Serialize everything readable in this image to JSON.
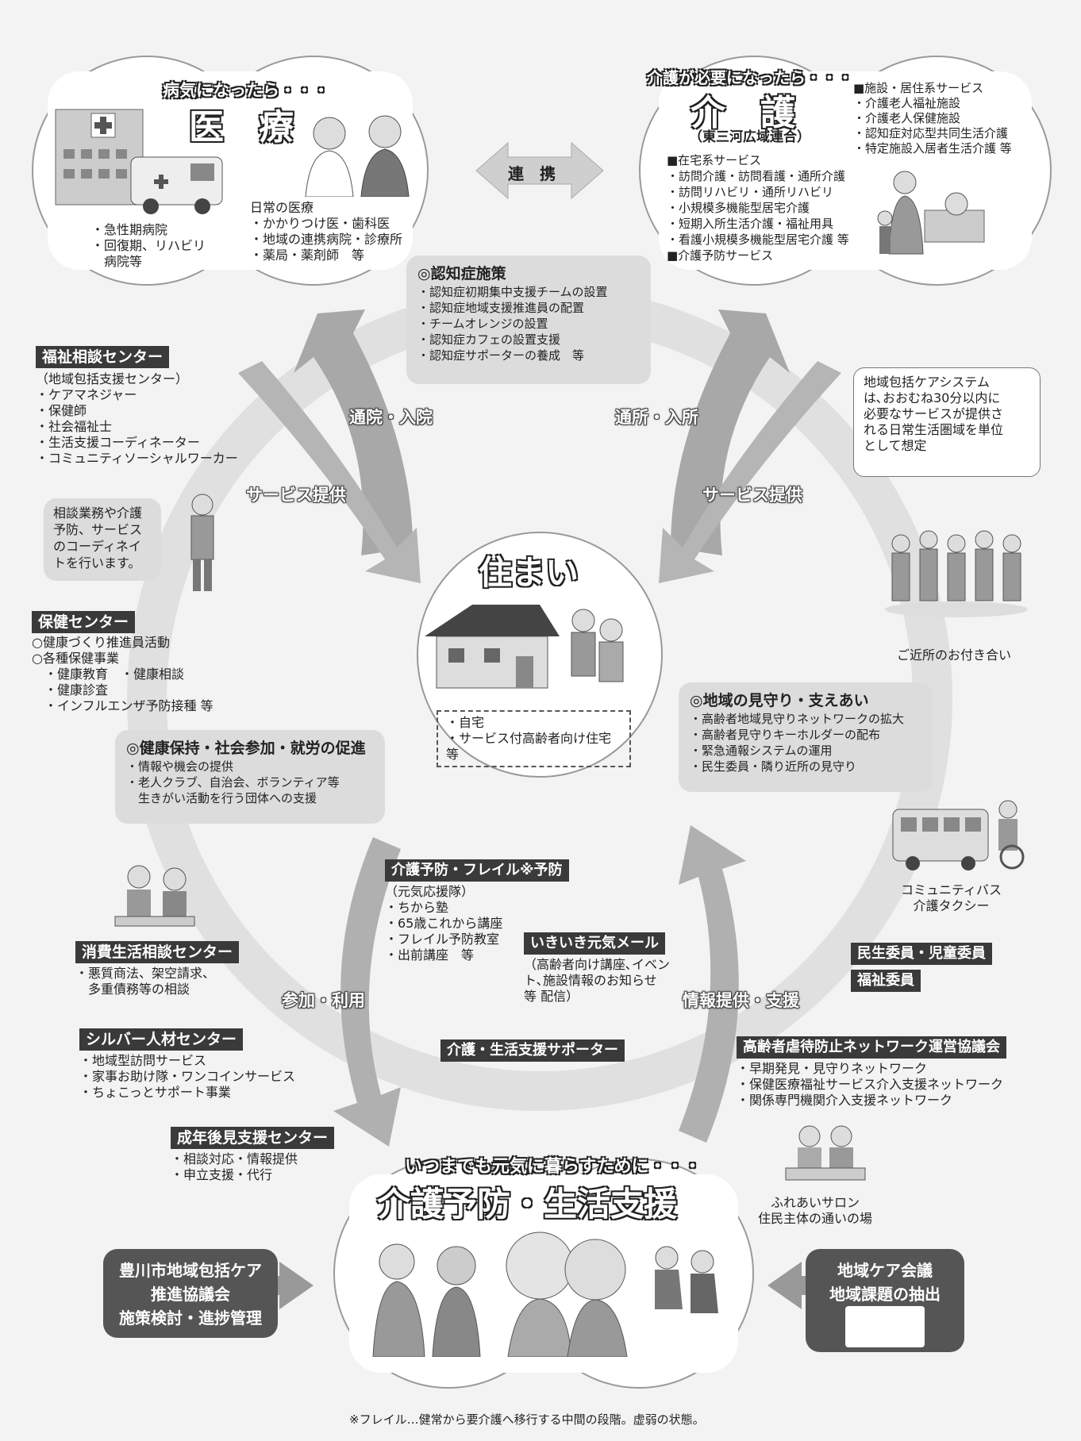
{
  "iryo": {
    "tagline": "病気になったら・・・",
    "title": "医　療",
    "hospitals": [
      "・急性期病院",
      "・回復期、リハビリ",
      "　病院等"
    ],
    "daily_head": "日常の医療",
    "daily": [
      "・かかりつけ医・歯科医",
      "・地域の連携病院・診療所",
      "・薬局・薬剤師　等"
    ]
  },
  "renkei": "連　携",
  "kaigo": {
    "tagline": "介護が必要になったら・・・",
    "title": "介　護",
    "subtitle": "（東三河広域連合）",
    "facility_head": "■施設・居住系サービス",
    "facility": [
      "・介護老人福祉施設",
      "・介護老人保健施設",
      "・認知症対応型共同生活介護",
      "・特定施設入居者生活介護 等"
    ],
    "home_head": "■在宅系サービス",
    "home": [
      "・訪問介護・訪問看護・通所介護",
      "・訪問リハビリ・通所リハビリ",
      "・小規模多機能型居宅介護",
      "・短期入所生活介護・福祉用具",
      "・看護小規模多機能型居宅介護 等"
    ],
    "prevention_head": "■介護予防サービス"
  },
  "ninchisho": {
    "title": "◎認知症施策",
    "items": [
      "・認知症初期集中支援チームの設置",
      "・認知症地域支援推進員の配置",
      "・チームオレンジの設置",
      "・認知症カフェの設置支援",
      "・認知症サポーターの養成　等"
    ]
  },
  "arrows": {
    "tsuin": "通院・入院",
    "tsusho": "通所・入所",
    "service_left": "サービス提供",
    "service_right": "サービス提供",
    "sanka": "参加・利用",
    "joho": "情報提供・支援"
  },
  "fukushi_center": {
    "title": "福祉相談センター",
    "items": [
      "（地域包括支援センター）",
      "・ケアマネジャー",
      "・保健師",
      "・社会福祉士",
      "・生活支援コーディネーター",
      "・コミュニティソーシャルワーカー"
    ]
  },
  "soudan_bubble": [
    "相談業務や介護",
    "予防、サービス",
    "のコーディネイ",
    "トを行います。"
  ],
  "care_note": [
    "地域包括ケアシステム",
    "は､おおむね30分以内に",
    "必要なサービスが提供さ",
    "れる日常生活圏域を単位",
    "として想定"
  ],
  "kinjo": "ご近所のお付き合い",
  "sumai": {
    "title": "住まい",
    "items": [
      "・自宅",
      "・サービス付高齢者向け住宅等"
    ]
  },
  "hoken_center": {
    "title": "保健センター",
    "items": [
      "○健康づくり推進員活動",
      "○各種保健事業",
      "　・健康教育　・健康相談",
      "　・健康診査",
      "　・インフルエンザ予防接種 等"
    ]
  },
  "mimamori": {
    "title": "◎地域の見守り・支えあい",
    "items": [
      "・高齢者地域見守りネットワークの拡大",
      "・高齢者見守りキーホルダーの配布",
      "・緊急通報システムの運用",
      "・民生委員・隣り近所の見守り"
    ]
  },
  "kenko": {
    "title": "◎健康保持・社会参加・就労の促進",
    "items": [
      "・情報や機会の提供",
      "・老人クラブ、自治会、ボランティア等",
      "　生きがい活動を行う団体への支援"
    ]
  },
  "community_bus": [
    "コミュニティバス",
    "介護タクシー"
  ],
  "frail": {
    "title": "介護予防・フレイル※予防",
    "items": [
      "（元気応援隊）",
      "・ちから塾",
      "・65歳これから講座",
      "・フレイル予防教室",
      "・出前講座　等"
    ]
  },
  "ikiiki": {
    "title": "いきいき元気メール",
    "items": [
      "（高齢者向け講座､イベン",
      "ト､施設情報のお知らせ",
      "等 配信）"
    ]
  },
  "minsei": "民生委員・児童委員",
  "fukushi_iin": "福祉委員",
  "shohi": {
    "title": "消費生活相談センター",
    "items": [
      "・悪質商法、架空請求、",
      "　多重債務等の相談"
    ]
  },
  "silver": {
    "title": "シルバー人材センター",
    "items": [
      "・地域型訪問サービス",
      "・家事お助け隊・ワンコインサービス",
      "・ちょこっとサポート事業"
    ]
  },
  "supporter": "介護・生活支援サポーター",
  "gyakutai": {
    "title": "高齢者虐待防止ネットワーク運営協議会",
    "items": [
      "・早期発見・見守りネットワーク",
      "・保健医療福祉サービス介入支援ネットワーク",
      "・関係専門機関介入支援ネットワーク"
    ]
  },
  "seinen": {
    "title": "成年後見支援センター",
    "items": [
      "・相談対応・情報提供",
      "・申立支援・代行"
    ]
  },
  "salon": [
    "ふれあいサロン",
    "住民主体の通いの場"
  ],
  "yobo": {
    "tagline": "いつまでも元気に暮らすために・・・",
    "title": "介護予防・生活支援"
  },
  "kyogikai": [
    "豊川市地域包括ケア",
    "推進協議会",
    "施策検討・進捗管理"
  ],
  "care_kaigi": [
    "地域ケア会議",
    "地域課題の抽出"
  ],
  "footnote": "※フレイル…健常から要介護へ移行する中間の段階。虚弱の状態。",
  "colors": {
    "ring": "#d9d9d9",
    "arrow": "#9a9a9a",
    "dark": "#3a3a3a",
    "panel": "#dcdcdc"
  }
}
